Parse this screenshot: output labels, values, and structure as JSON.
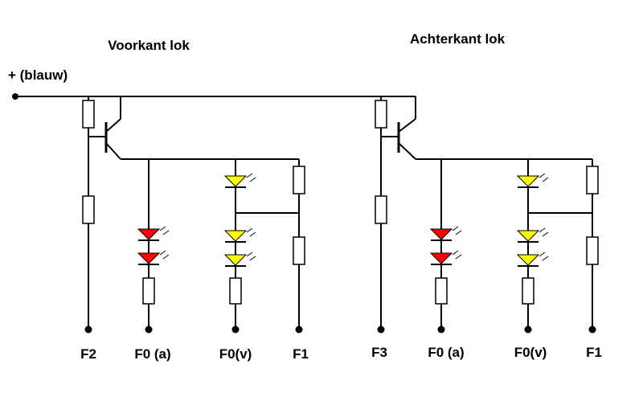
{
  "titles": {
    "front": "Voorkant lok",
    "rear": "Achterkant lok"
  },
  "supply_label": "+ (blauw)",
  "terminals": {
    "front": [
      "F2",
      "F0 (a)",
      "F0(v)",
      "F1"
    ],
    "rear": [
      "F3",
      "F0 (a)",
      "F0(v)",
      "F1"
    ]
  },
  "colors": {
    "led_red": "#ff0000",
    "led_yellow": "#ffff00",
    "wire": "#000000",
    "background": "#ffffff"
  }
}
